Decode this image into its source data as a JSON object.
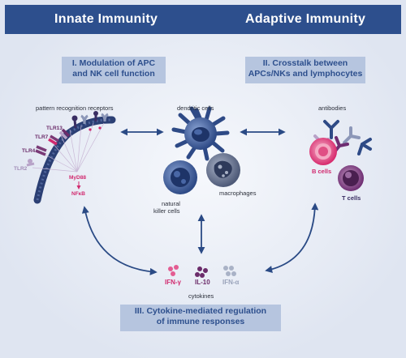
{
  "header": {
    "left": "Innate Immunity",
    "right": "Adaptive Immunity"
  },
  "boxes": {
    "modulation": [
      "I. Modulation of APC",
      "and NK cell function"
    ],
    "crosstalk": [
      "II. Crosstalk between",
      "APCs/NKs and lymphocytes"
    ],
    "cytokine_regulation": [
      "III. Cytokine-mediated regulation",
      "of immune responses"
    ]
  },
  "labels": {
    "prr": "pattern recognition receptors",
    "dendritic": "dendritic cells",
    "antibodies": "antibodies",
    "nk": [
      "natural",
      "killer cells"
    ],
    "macrophages": "macrophages",
    "b_cells": "B cells",
    "t_cells": "T cells",
    "cytokines": "cytokines"
  },
  "receptors": [
    "TLR13",
    "TLR7",
    "TLR4",
    "TLR2"
  ],
  "signaling": {
    "adaptor": "MyD88",
    "factor": "NFκB"
  },
  "cytokine_names": [
    "IFN-γ",
    "IL-10",
    "IFN-α"
  ],
  "colors": {
    "header": "#2d4f8d",
    "box": "#b6c5df",
    "background": "#dfe5f1",
    "arrow": "#2a4a85",
    "membrane": "#2b3f74",
    "magenta": "#d12a6f",
    "purple": "#6b2c6a",
    "lavender": "#b8a3c8"
  },
  "icons": [
    "double-arrow-icon"
  ]
}
